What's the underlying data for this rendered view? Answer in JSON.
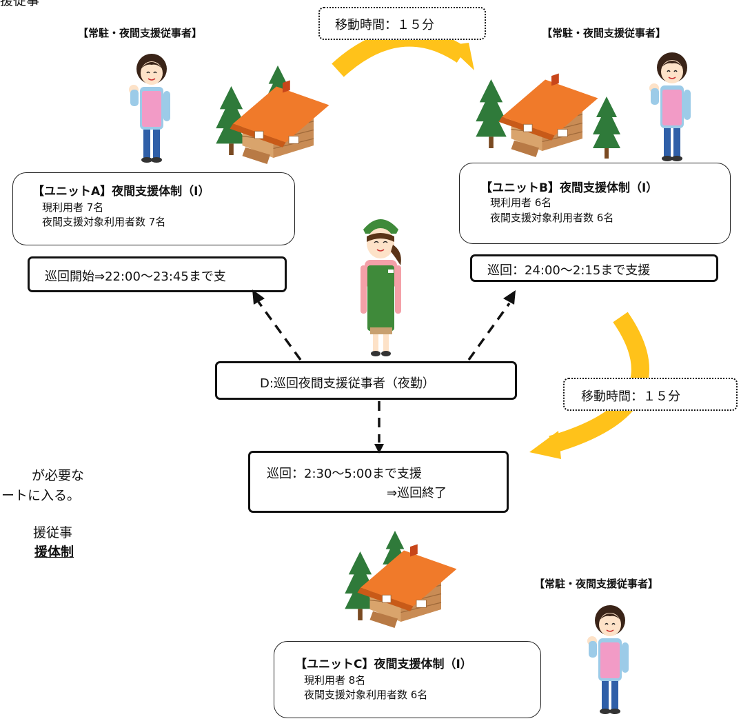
{
  "left_text": {
    "line1": "援従事",
    "line2": "が必要な",
    "line3": "ートに入る。",
    "line4": "援従事",
    "line5": "援体制"
  },
  "resident_label": "【常駐・夜間支援従事者】",
  "travel_time_label": "移動時間：１５分",
  "unit_a": {
    "title": "【ユニットA】夜間支援体制（Ⅰ）",
    "residents": "現利用者 7名",
    "night_target": "夜間支援対象利用者数 7名",
    "patrol": "巡回開始⇒22:00〜23:45まで支"
  },
  "unit_b": {
    "title": "【ユニットB】夜間支援体制（Ⅰ）",
    "residents": "現利用者 6名",
    "night_target": "夜間支援対象利用者数 6名",
    "patrol": "巡回：24:00〜2:15まで支援"
  },
  "unit_c": {
    "title": "【ユニットC】夜間支援体制（Ⅰ）",
    "residents": "現利用者 8名",
    "night_target": "夜間支援対象利用者数 6名",
    "patrol_line1": "巡回：2:30〜5:00まで支援",
    "patrol_line2": "⇒巡回終了"
  },
  "patrol_staff": "D:巡回夜間支援従事者（夜勤）",
  "colors": {
    "travel_arrow": "#ffc21a",
    "roof": "#f07a2a",
    "wall": "#e8b27a",
    "tree": "#2f7a3a",
    "apron": "#f29bc6",
    "green_apron": "#3f8a3a"
  }
}
